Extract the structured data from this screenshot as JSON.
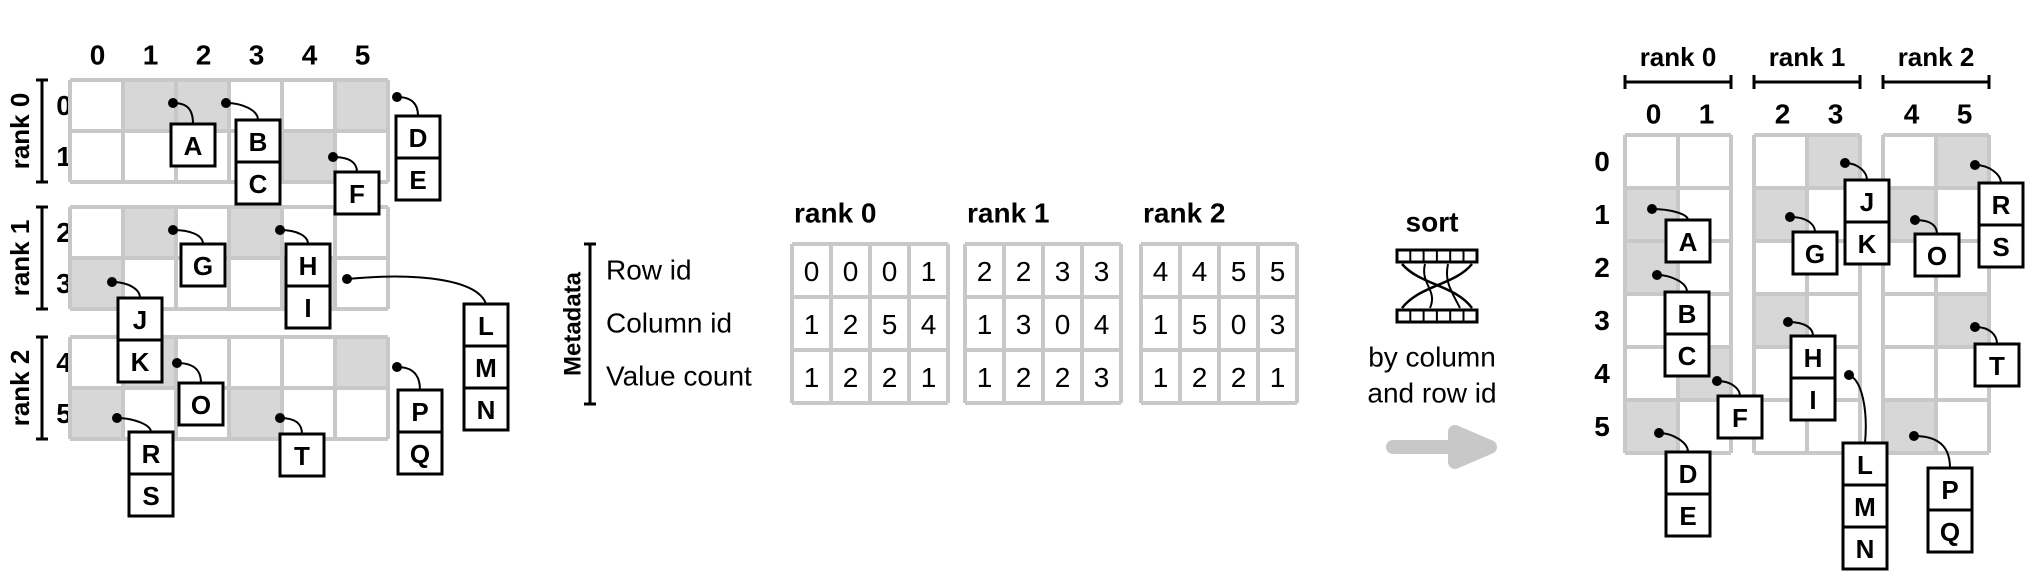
{
  "left": {
    "col_labels": [
      "0",
      "1",
      "2",
      "3",
      "4",
      "5"
    ],
    "rank_labels": [
      "rank 0",
      "rank 1",
      "rank 2"
    ],
    "row_labels": [
      "0",
      "1",
      "2",
      "3",
      "4",
      "5"
    ],
    "boxes": [
      {
        "id": "A",
        "labels": [
          "A"
        ]
      },
      {
        "id": "BC",
        "labels": [
          "B",
          "C"
        ]
      },
      {
        "id": "DE",
        "labels": [
          "D",
          "E"
        ]
      },
      {
        "id": "F",
        "labels": [
          "F"
        ]
      },
      {
        "id": "G",
        "labels": [
          "G"
        ]
      },
      {
        "id": "HI",
        "labels": [
          "H",
          "I"
        ]
      },
      {
        "id": "JK",
        "labels": [
          "J",
          "K"
        ]
      },
      {
        "id": "LMN",
        "labels": [
          "L",
          "M",
          "N"
        ]
      },
      {
        "id": "O",
        "labels": [
          "O"
        ]
      },
      {
        "id": "PQ",
        "labels": [
          "P",
          "Q"
        ]
      },
      {
        "id": "RS",
        "labels": [
          "R",
          "S"
        ]
      },
      {
        "id": "T",
        "labels": [
          "T"
        ]
      }
    ]
  },
  "metadata": {
    "side_label": "Metadata",
    "row_headers": [
      "Row id",
      "Column id",
      "Value count"
    ],
    "tables": [
      {
        "title": "rank 0",
        "rows": [
          [
            "0",
            "0",
            "0",
            "1"
          ],
          [
            "1",
            "2",
            "5",
            "4"
          ],
          [
            "1",
            "2",
            "2",
            "1"
          ]
        ]
      },
      {
        "title": "rank 1",
        "rows": [
          [
            "2",
            "2",
            "3",
            "3"
          ],
          [
            "1",
            "3",
            "0",
            "4"
          ],
          [
            "1",
            "2",
            "2",
            "3"
          ]
        ]
      },
      {
        "title": "rank 2",
        "rows": [
          [
            "4",
            "4",
            "5",
            "5"
          ],
          [
            "1",
            "5",
            "0",
            "3"
          ],
          [
            "1",
            "2",
            "2",
            "1"
          ]
        ]
      }
    ]
  },
  "sort": {
    "label": "sort",
    "caption_line1": "by column",
    "caption_line2": "and row id"
  },
  "right": {
    "rank_labels": [
      "rank 0",
      "rank 1",
      "rank 2"
    ],
    "col_labels": [
      "0",
      "1",
      "2",
      "3",
      "4",
      "5"
    ],
    "row_labels": [
      "0",
      "1",
      "2",
      "3",
      "4",
      "5"
    ],
    "boxes": [
      {
        "id": "A",
        "labels": [
          "A"
        ]
      },
      {
        "id": "BC",
        "labels": [
          "B",
          "C"
        ]
      },
      {
        "id": "DE",
        "labels": [
          "D",
          "E"
        ]
      },
      {
        "id": "F",
        "labels": [
          "F"
        ]
      },
      {
        "id": "G",
        "labels": [
          "G"
        ]
      },
      {
        "id": "HI",
        "labels": [
          "H",
          "I"
        ]
      },
      {
        "id": "JK",
        "labels": [
          "J",
          "K"
        ]
      },
      {
        "id": "LMN",
        "labels": [
          "L",
          "M",
          "N"
        ]
      },
      {
        "id": "O",
        "labels": [
          "O"
        ]
      },
      {
        "id": "PQ",
        "labels": [
          "P",
          "Q"
        ]
      },
      {
        "id": "RS",
        "labels": [
          "R",
          "S"
        ]
      },
      {
        "id": "T",
        "labels": [
          "T"
        ]
      }
    ]
  }
}
